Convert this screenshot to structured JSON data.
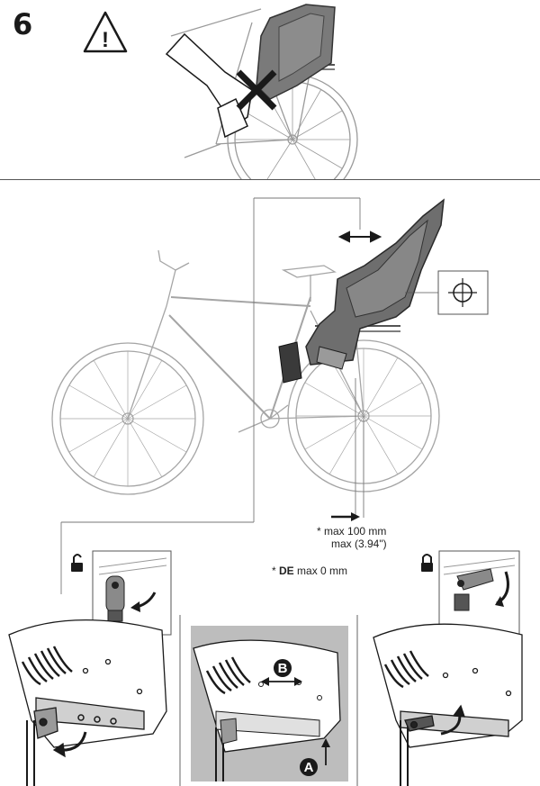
{
  "step": {
    "number": "6"
  },
  "warning": {
    "icon": "warning-triangle-icon",
    "symbol": "!"
  },
  "measurements": {
    "max_prefix": "* ",
    "max_mm": "max 100 mm",
    "max_in": "max (3.94\")"
  },
  "de_note": {
    "prefix": "* ",
    "country": "DE",
    "text": " max 0 mm"
  },
  "callouts": {
    "a": "A",
    "b": "B"
  },
  "colors": {
    "line": "#9a9a9a",
    "dark": "#1a1a1a",
    "seat": "#6e6e6e",
    "panel_bg": "#bdbdbd"
  }
}
